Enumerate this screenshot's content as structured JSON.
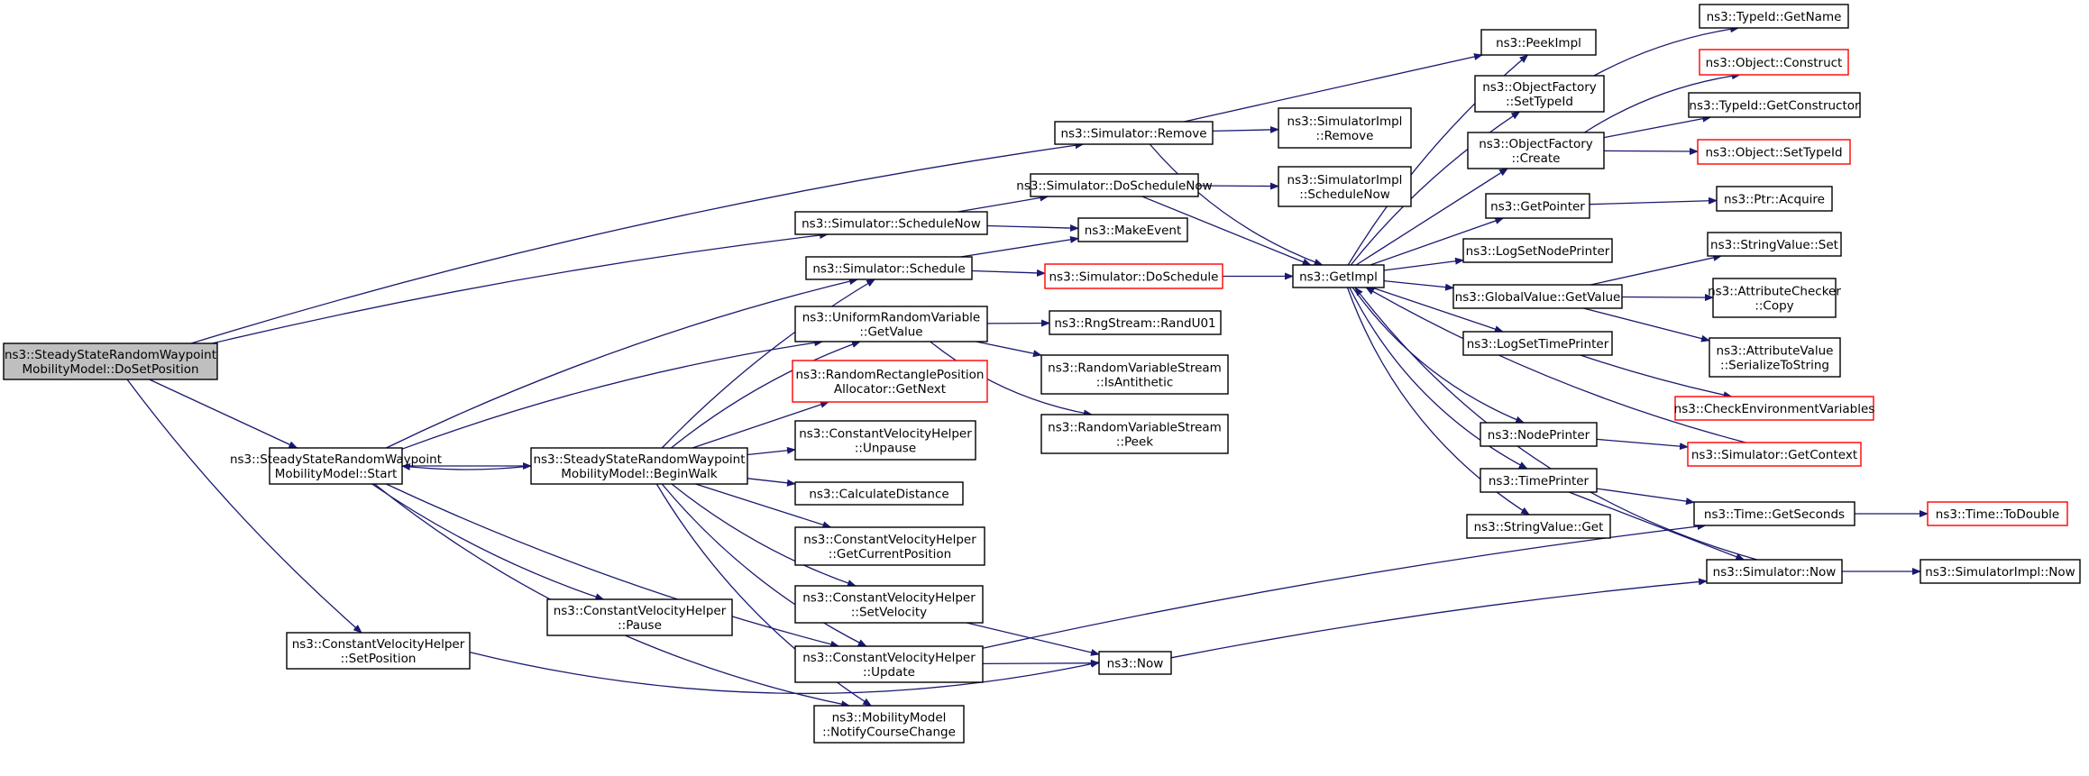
{
  "colors": {
    "edge": "#191970",
    "node_border": "#000000",
    "node_border_incomplete": "#ff0000",
    "node_fill": "#ffffff",
    "root_fill": "#bfbfbf"
  },
  "nodes": [
    {
      "id": "root",
      "lines": [
        "ns3::SteadyStateRandomWaypoint",
        "MobilityModel::DoSetPosition"
      ],
      "root": true
    },
    {
      "id": "start",
      "lines": [
        "ns3::SteadyStateRandomWaypoint",
        "MobilityModel::Start"
      ]
    },
    {
      "id": "cvh_setposition",
      "lines": [
        "ns3::ConstantVelocityHelper",
        "::SetPosition"
      ]
    },
    {
      "id": "sim_remove",
      "lines": [
        "ns3::Simulator::Remove"
      ]
    },
    {
      "id": "sim_schedulenow",
      "lines": [
        "ns3::Simulator::ScheduleNow"
      ]
    },
    {
      "id": "sim_schedule",
      "lines": [
        "ns3::Simulator::Schedule"
      ]
    },
    {
      "id": "urv_getvalue",
      "lines": [
        "ns3::UniformRandomVariable",
        "::GetValue"
      ]
    },
    {
      "id": "rrpa_getnext",
      "lines": [
        "ns3::RandomRectanglePosition",
        "Allocator::GetNext"
      ],
      "incomplete": true
    },
    {
      "id": "beginwalk",
      "lines": [
        "ns3::SteadyStateRandomWaypoint",
        "MobilityModel::BeginWalk"
      ]
    },
    {
      "id": "cvh_unpause",
      "lines": [
        "ns3::ConstantVelocityHelper",
        "::Unpause"
      ]
    },
    {
      "id": "calcdistance",
      "lines": [
        "ns3::CalculateDistance"
      ]
    },
    {
      "id": "cvh_getcurpos",
      "lines": [
        "ns3::ConstantVelocityHelper",
        "::GetCurrentPosition"
      ]
    },
    {
      "id": "cvh_setvelocity",
      "lines": [
        "ns3::ConstantVelocityHelper",
        "::SetVelocity"
      ]
    },
    {
      "id": "cvh_pause",
      "lines": [
        "ns3::ConstantVelocityHelper",
        "::Pause"
      ]
    },
    {
      "id": "cvh_update",
      "lines": [
        "ns3::ConstantVelocityHelper",
        "::Update"
      ]
    },
    {
      "id": "mm_notify",
      "lines": [
        "ns3::MobilityModel",
        "::NotifyCourseChange"
      ]
    },
    {
      "id": "sim_doschedulenow",
      "lines": [
        "ns3::Simulator::DoScheduleNow"
      ]
    },
    {
      "id": "makeevent",
      "lines": [
        "ns3::MakeEvent"
      ]
    },
    {
      "id": "sim_doschedule",
      "lines": [
        "ns3::Simulator::DoSchedule"
      ],
      "incomplete": true
    },
    {
      "id": "rng_randu01",
      "lines": [
        "ns3::RngStream::RandU01"
      ]
    },
    {
      "id": "rvs_isantithetic",
      "lines": [
        "ns3::RandomVariableStream",
        "::IsAntithetic"
      ]
    },
    {
      "id": "rvs_peek",
      "lines": [
        "ns3::RandomVariableStream",
        "::Peek"
      ]
    },
    {
      "id": "now",
      "lines": [
        "ns3::Now"
      ]
    },
    {
      "id": "simimpl_remove",
      "lines": [
        "ns3::SimulatorImpl",
        "::Remove"
      ]
    },
    {
      "id": "simimpl_schedulenow",
      "lines": [
        "ns3::SimulatorImpl",
        "::ScheduleNow"
      ]
    },
    {
      "id": "getimpl",
      "lines": [
        "ns3::GetImpl"
      ]
    },
    {
      "id": "peekimpl",
      "lines": [
        "ns3::PeekImpl"
      ]
    },
    {
      "id": "of_settypeid",
      "lines": [
        "ns3::ObjectFactory",
        "::SetTypeId"
      ]
    },
    {
      "id": "of_create",
      "lines": [
        "ns3::ObjectFactory",
        "::Create"
      ]
    },
    {
      "id": "getpointer",
      "lines": [
        "ns3::GetPointer"
      ]
    },
    {
      "id": "logsetnodeprinter",
      "lines": [
        "ns3::LogSetNodePrinter"
      ]
    },
    {
      "id": "gv_getvalue",
      "lines": [
        "ns3::GlobalValue::GetValue"
      ]
    },
    {
      "id": "logsettimeprinter",
      "lines": [
        "ns3::LogSetTimePrinter"
      ]
    },
    {
      "id": "nodeprinter",
      "lines": [
        "ns3::NodePrinter"
      ]
    },
    {
      "id": "timeprinter",
      "lines": [
        "ns3::TimePrinter"
      ]
    },
    {
      "id": "stringvalue_get",
      "lines": [
        "ns3::StringValue::Get"
      ]
    },
    {
      "id": "typeid_getname",
      "lines": [
        "ns3::TypeId::GetName"
      ]
    },
    {
      "id": "object_construct",
      "lines": [
        "ns3::Object::Construct"
      ],
      "incomplete": true
    },
    {
      "id": "typeid_getconstructor",
      "lines": [
        "ns3::TypeId::GetConstructor"
      ]
    },
    {
      "id": "object_settypeid",
      "lines": [
        "ns3::Object::SetTypeId"
      ],
      "incomplete": true
    },
    {
      "id": "ptr_acquire",
      "lines": [
        "ns3::Ptr::Acquire"
      ]
    },
    {
      "id": "stringvalue_set",
      "lines": [
        "ns3::StringValue::Set"
      ]
    },
    {
      "id": "ac_copy",
      "lines": [
        "ns3::AttributeChecker",
        "::Copy"
      ]
    },
    {
      "id": "av_serialize",
      "lines": [
        "ns3::AttributeValue",
        "::SerializeToString"
      ]
    },
    {
      "id": "checkenv",
      "lines": [
        "ns3::CheckEnvironmentVariables"
      ],
      "incomplete": true
    },
    {
      "id": "sim_getcontext",
      "lines": [
        "ns3::Simulator::GetContext"
      ],
      "incomplete": true
    },
    {
      "id": "time_getseconds",
      "lines": [
        "ns3::Time::GetSeconds"
      ]
    },
    {
      "id": "sim_now",
      "lines": [
        "ns3::Simulator::Now"
      ]
    },
    {
      "id": "time_todouble",
      "lines": [
        "ns3::Time::ToDouble"
      ],
      "incomplete": true
    },
    {
      "id": "simimpl_now",
      "lines": [
        "ns3::SimulatorImpl::Now"
      ]
    }
  ],
  "edges": [
    {
      "from": "root",
      "to": "sim_remove"
    },
    {
      "from": "root",
      "to": "sim_schedulenow"
    },
    {
      "from": "root",
      "to": "start"
    },
    {
      "from": "root",
      "to": "cvh_setposition"
    },
    {
      "from": "start",
      "to": "sim_schedule"
    },
    {
      "from": "start",
      "to": "urv_getvalue"
    },
    {
      "from": "start",
      "to": "beginwalk"
    },
    {
      "from": "start",
      "to": "cvh_pause"
    },
    {
      "from": "start",
      "to": "cvh_update"
    },
    {
      "from": "start",
      "to": "mm_notify"
    },
    {
      "from": "beginwalk",
      "to": "start"
    },
    {
      "from": "beginwalk",
      "to": "sim_schedule"
    },
    {
      "from": "beginwalk",
      "to": "urv_getvalue"
    },
    {
      "from": "beginwalk",
      "to": "rrpa_getnext"
    },
    {
      "from": "beginwalk",
      "to": "cvh_unpause"
    },
    {
      "from": "beginwalk",
      "to": "calcdistance"
    },
    {
      "from": "beginwalk",
      "to": "cvh_getcurpos"
    },
    {
      "from": "beginwalk",
      "to": "cvh_setvelocity"
    },
    {
      "from": "beginwalk",
      "to": "cvh_update"
    },
    {
      "from": "beginwalk",
      "to": "mm_notify"
    },
    {
      "from": "cvh_setposition",
      "to": "now"
    },
    {
      "from": "sim_remove",
      "to": "simimpl_remove"
    },
    {
      "from": "sim_remove",
      "to": "peekimpl"
    },
    {
      "from": "sim_remove",
      "to": "getimpl"
    },
    {
      "from": "sim_schedulenow",
      "to": "sim_doschedulenow"
    },
    {
      "from": "sim_schedulenow",
      "to": "makeevent"
    },
    {
      "from": "sim_schedule",
      "to": "makeevent"
    },
    {
      "from": "sim_schedule",
      "to": "sim_doschedule"
    },
    {
      "from": "sim_doschedulenow",
      "to": "simimpl_schedulenow"
    },
    {
      "from": "sim_doschedulenow",
      "to": "getimpl"
    },
    {
      "from": "sim_doschedule",
      "to": "getimpl"
    },
    {
      "from": "urv_getvalue",
      "to": "rng_randu01"
    },
    {
      "from": "urv_getvalue",
      "to": "rvs_isantithetic"
    },
    {
      "from": "urv_getvalue",
      "to": "rvs_peek"
    },
    {
      "from": "cvh_setvelocity",
      "to": "now"
    },
    {
      "from": "cvh_update",
      "to": "now"
    },
    {
      "from": "cvh_update",
      "to": "time_getseconds"
    },
    {
      "from": "now",
      "to": "sim_now"
    },
    {
      "from": "getimpl",
      "to": "peekimpl"
    },
    {
      "from": "getimpl",
      "to": "of_settypeid"
    },
    {
      "from": "getimpl",
      "to": "of_create"
    },
    {
      "from": "getimpl",
      "to": "getpointer"
    },
    {
      "from": "getimpl",
      "to": "logsetnodeprinter"
    },
    {
      "from": "getimpl",
      "to": "gv_getvalue"
    },
    {
      "from": "getimpl",
      "to": "logsettimeprinter"
    },
    {
      "from": "getimpl",
      "to": "nodeprinter"
    },
    {
      "from": "getimpl",
      "to": "timeprinter"
    },
    {
      "from": "getimpl",
      "to": "stringvalue_get"
    },
    {
      "from": "of_settypeid",
      "to": "typeid_getname"
    },
    {
      "from": "of_create",
      "to": "object_construct"
    },
    {
      "from": "of_create",
      "to": "typeid_getconstructor"
    },
    {
      "from": "of_create",
      "to": "object_settypeid"
    },
    {
      "from": "getpointer",
      "to": "ptr_acquire"
    },
    {
      "from": "gv_getvalue",
      "to": "stringvalue_set"
    },
    {
      "from": "gv_getvalue",
      "to": "ac_copy"
    },
    {
      "from": "gv_getvalue",
      "to": "av_serialize"
    },
    {
      "from": "logsettimeprinter",
      "to": "checkenv"
    },
    {
      "from": "nodeprinter",
      "to": "sim_getcontext"
    },
    {
      "from": "sim_getcontext",
      "to": "getimpl"
    },
    {
      "from": "timeprinter",
      "to": "time_getseconds"
    },
    {
      "from": "timeprinter",
      "to": "sim_now"
    },
    {
      "from": "time_getseconds",
      "to": "time_todouble"
    },
    {
      "from": "sim_now",
      "to": "simimpl_now"
    },
    {
      "from": "sim_now",
      "to": "getimpl"
    }
  ]
}
